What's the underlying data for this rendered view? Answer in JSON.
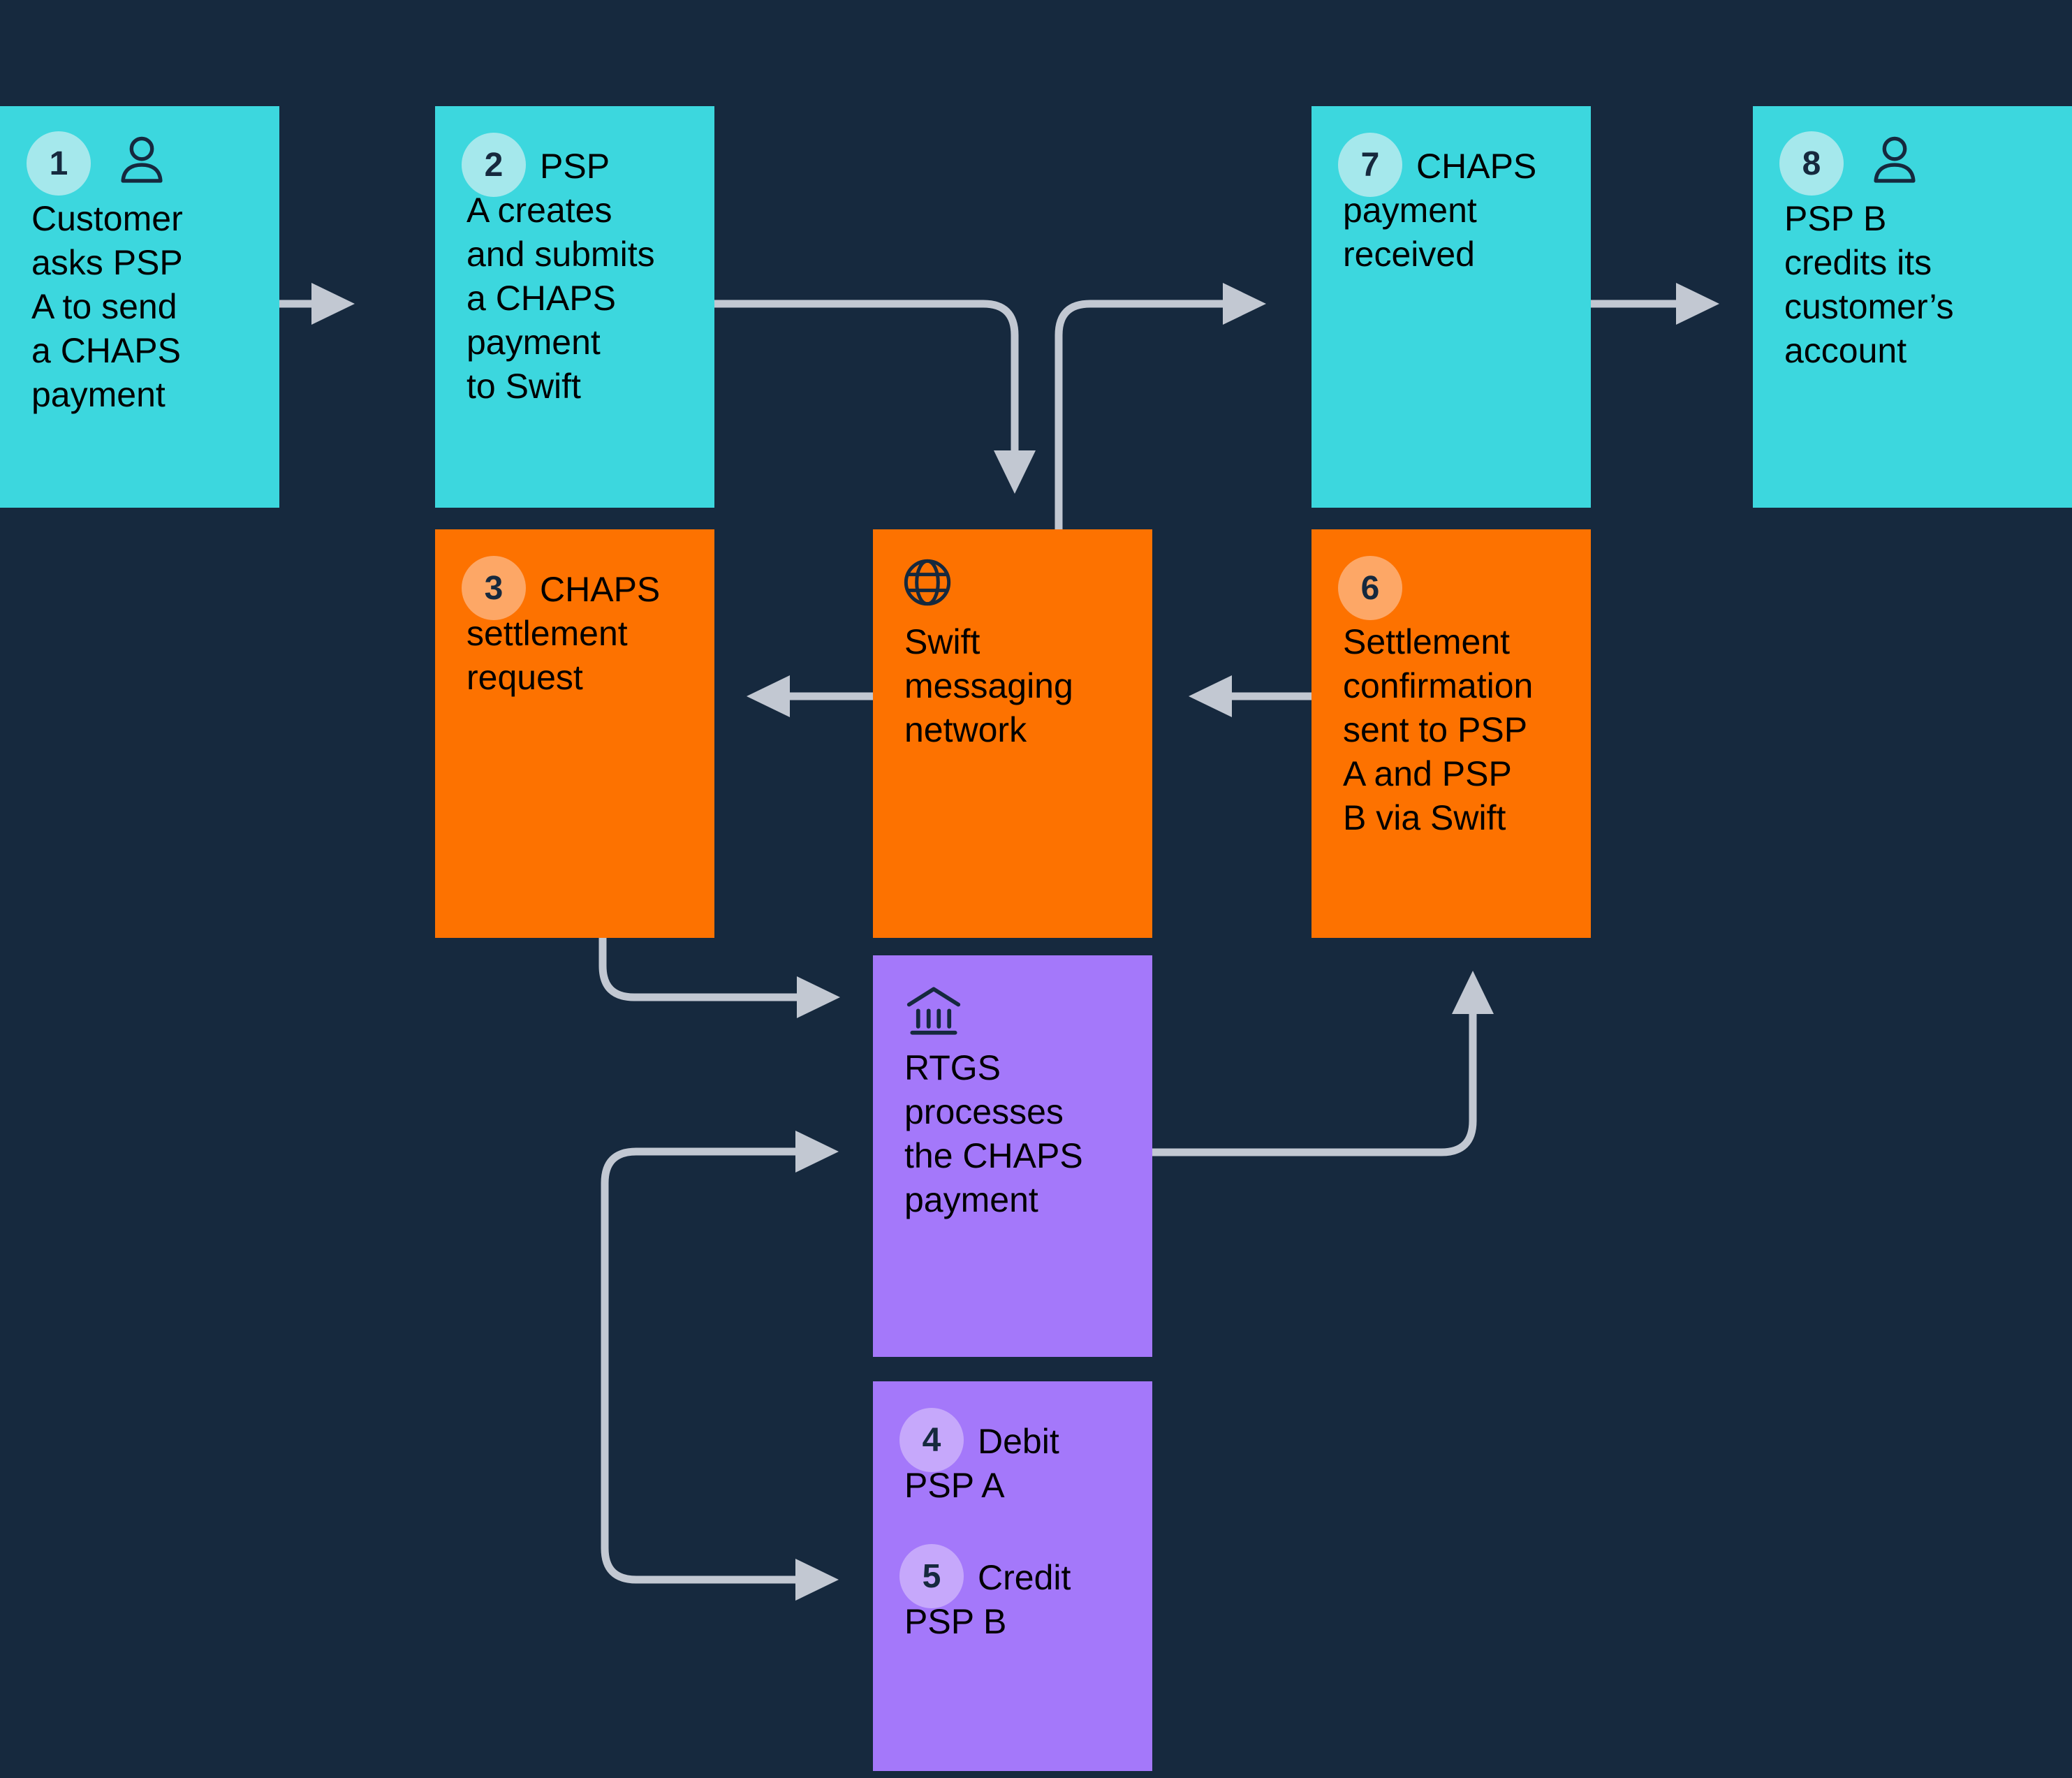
{
  "title": "CHAPS payment flow diagram",
  "colors": {
    "background": "#16293E",
    "teal_box": "#3CD7DE",
    "teal_badge": "#A5E8EC",
    "orange_box": "#FD7200",
    "orange_badge": "#FDA766",
    "purple_box": "#A478FA",
    "purple_badge": "#C6A8FB",
    "arrow": "#C2C8D2",
    "icon": "#16293E",
    "text": "#000000"
  },
  "boxes": {
    "step1": {
      "number": "1",
      "icon": "person-icon",
      "text": "Customer\nasks PSP\nA to send\na CHAPS\npayment"
    },
    "step2": {
      "number": "2",
      "text": "PSP\nA creates\nand submits\na CHAPS\npayment\nto Swift"
    },
    "step3": {
      "number": "3",
      "text": "CHAPS\nsettlement\nrequest"
    },
    "swift": {
      "icon": "globe-icon",
      "text": "Swift\nmessaging\nnetwork"
    },
    "step6": {
      "number": "6",
      "text": "Settlement\nconfirmation\nsent to PSP\nA and PSP\nB via Swift"
    },
    "step7": {
      "number": "7",
      "text": "CHAPS\npayment\nreceived"
    },
    "step8": {
      "number": "8",
      "icon": "person-icon",
      "text": "PSP B\ncredits its\ncustomer’s\naccount"
    },
    "rtgs": {
      "icon": "bank-icon",
      "text": "RTGS\nprocesses\nthe CHAPS\npayment"
    },
    "step4": {
      "number": "4",
      "text": "Debit\nPSP A"
    },
    "step5": {
      "number": "5",
      "text": "Credit\nPSP B"
    }
  }
}
